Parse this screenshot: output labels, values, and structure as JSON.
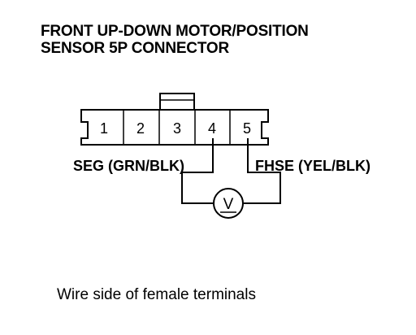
{
  "title": {
    "line1": "FRONT UP-DOWN MOTOR/POSITION",
    "line2": "SENSOR 5P CONNECTOR"
  },
  "connector": {
    "pins": [
      "1",
      "2",
      "3",
      "4",
      "5"
    ]
  },
  "wires": {
    "left_label": "SEG (GRN/BLK)",
    "right_label": "FHSE (YEL/BLK)"
  },
  "meter": {
    "symbol": "V",
    "icon": "voltmeter-icon"
  },
  "caption": "Wire side of female terminals"
}
